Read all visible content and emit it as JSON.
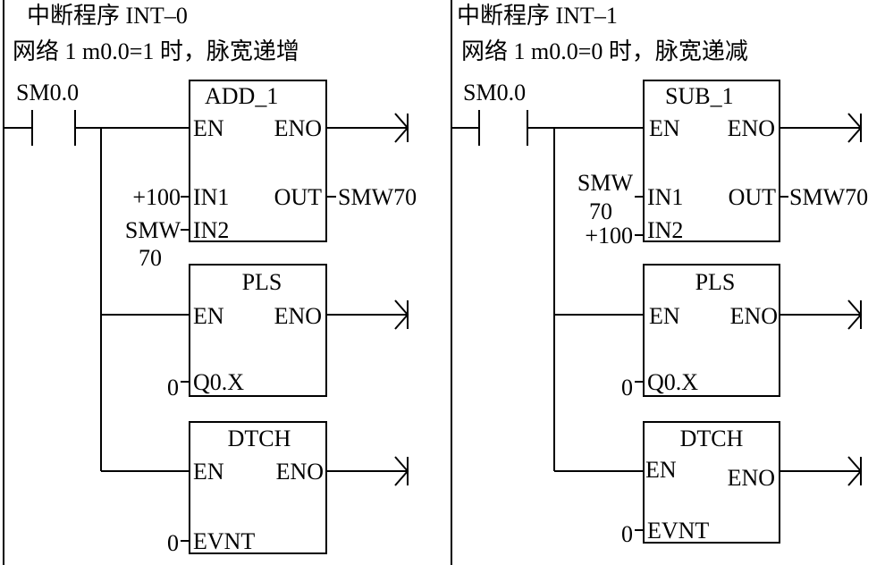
{
  "colors": {
    "line": "#000000",
    "background": "#ffffff"
  },
  "panels": [
    {
      "title": "中断程序 INT–0",
      "network": "网络 1  m0.0=1 时，脉宽递增",
      "contact": "SM0.0",
      "blocks": [
        {
          "name": "ADD_1",
          "pins": {
            "en": "EN",
            "eno": "ENO",
            "in1": "IN1",
            "in2": "IN2",
            "out": "OUT"
          },
          "in1_value": "+100",
          "in2_value_line1": "SMW",
          "in2_value_line2": "70",
          "out_value": "SMW70"
        },
        {
          "name": "PLS",
          "pins": {
            "en": "EN",
            "eno": "ENO",
            "in": "Q0.X"
          },
          "in_value": "0"
        },
        {
          "name": "DTCH",
          "pins": {
            "en": "EN",
            "eno": "ENO",
            "in": "EVNT"
          },
          "in_value": "0"
        }
      ]
    },
    {
      "title": "中断程序 INT–1",
      "network": "网络 1  m0.0=0 时，脉宽递减",
      "contact": "SM0.0",
      "blocks": [
        {
          "name": "SUB_1",
          "pins": {
            "en": "EN",
            "eno": "ENO",
            "in1": "IN1",
            "in2": "IN2",
            "out": "OUT"
          },
          "in1_value_line1": "SMW",
          "in1_value_line2": "70",
          "in2_value": "+100",
          "out_value": "SMW70"
        },
        {
          "name": "PLS",
          "pins": {
            "en": "EN",
            "eno": "ENO",
            "in": "Q0.X"
          },
          "in_value": "0"
        },
        {
          "name": "DTCH",
          "pins": {
            "en": "EN",
            "eno": "ENO",
            "in": "EVNT"
          },
          "in_value": "0"
        }
      ]
    }
  ]
}
